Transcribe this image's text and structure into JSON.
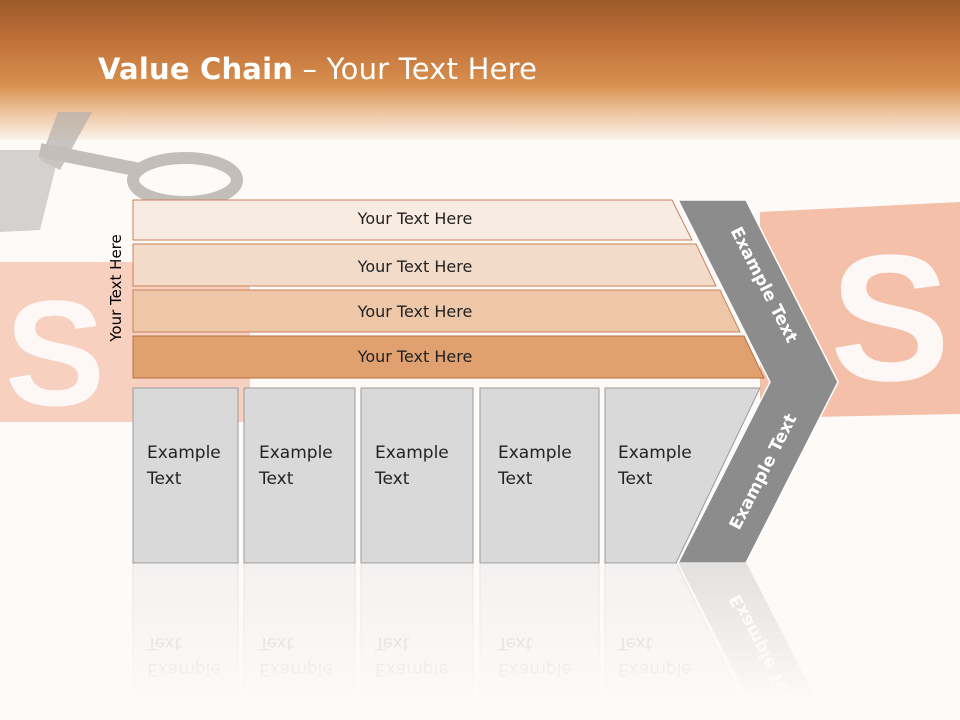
{
  "title": {
    "bold": "Value Chain",
    "rest": " – Your Text Here"
  },
  "side_label": "Your Text Here",
  "bands": [
    {
      "label": "Your Text Here",
      "color": "#f8ebe2"
    },
    {
      "label": "Your Text Here",
      "color": "#f3dbca"
    },
    {
      "label": "Your Text Here",
      "color": "#eec7a9"
    },
    {
      "label": "Your Text Here",
      "color": "#e0a070"
    }
  ],
  "boxes": [
    {
      "text": "Example\nText"
    },
    {
      "text": "Example\nText"
    },
    {
      "text": "Example\nText"
    },
    {
      "text": "Example\nText"
    },
    {
      "text": "Example\nText"
    }
  ],
  "chevron": {
    "upper": "Example Text",
    "lower": "Example Text"
  },
  "colors": {
    "header": "#c07038",
    "chevron": "#8c8c8c",
    "box": "#d9d9d9",
    "bg_sign": "#f3b9a1"
  }
}
